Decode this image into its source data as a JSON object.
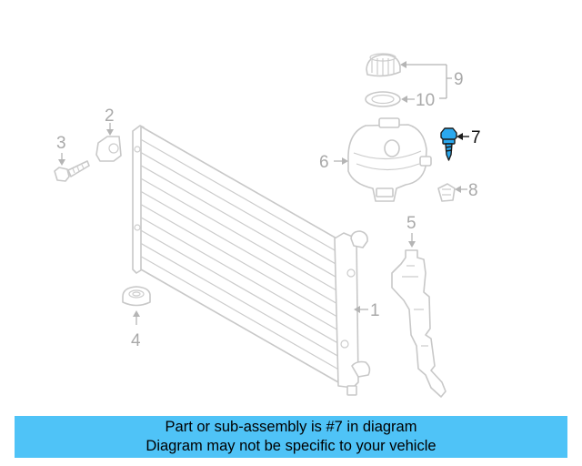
{
  "diagram": {
    "callouts": [
      "1",
      "2",
      "3",
      "4",
      "5",
      "6",
      "7",
      "8",
      "9",
      "10"
    ],
    "highlighted_callout": "7",
    "highlight_color": "#2aa8ee",
    "line_color": "#c8c8c8"
  },
  "banner": {
    "line1": "Part or sub-assembly is #7 in diagram",
    "line2": "Diagram may not be specific to your vehicle",
    "background": "#4fc3f7"
  }
}
